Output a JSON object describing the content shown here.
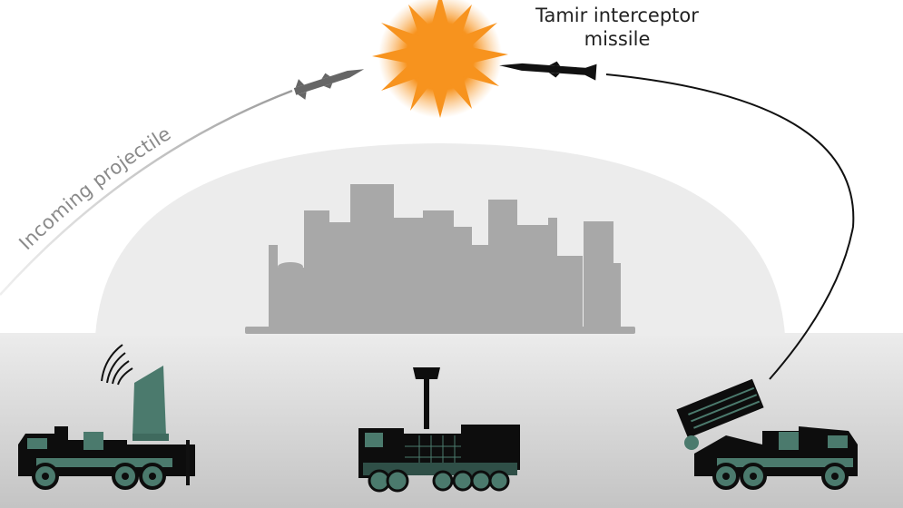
{
  "labels": {
    "incoming": "Incoming projectile",
    "interceptor_line1": "Tamir interceptor",
    "interceptor_line2": "missile"
  },
  "colors": {
    "explosion": "#f7931e",
    "vehicle_body": "#0d0d0d",
    "vehicle_accent": "#4b7a6d",
    "city": "#a8a8a8",
    "dome": "#ececec",
    "ground_top": "#ececec",
    "ground_bottom": "#c4c4c4"
  },
  "icons": [
    "explosion-icon",
    "incoming-rocket-icon",
    "interceptor-missile-icon",
    "radar-truck-icon",
    "command-truck-icon",
    "launcher-truck-icon",
    "radar-waves-icon",
    "city-skyline-icon"
  ]
}
